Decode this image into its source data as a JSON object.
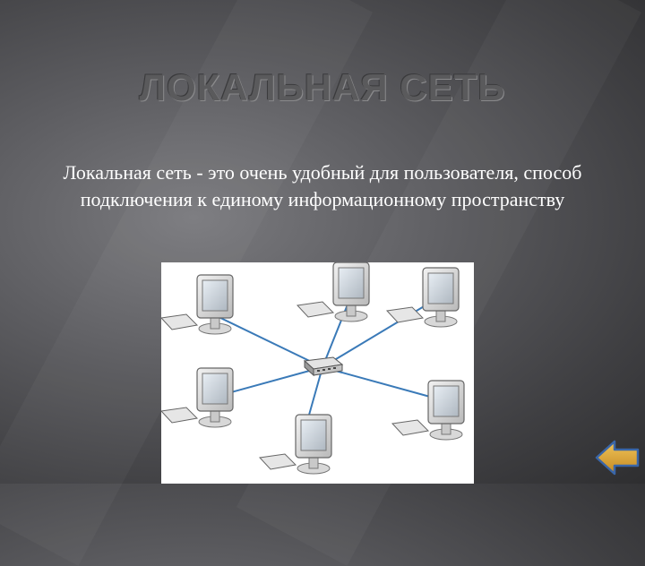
{
  "slide": {
    "title": "ЛОКАЛЬНАЯ СЕТЬ",
    "text": "Локальная сеть - это очень удобный для пользователя, способ подключения к единому информационному пространству"
  },
  "network_image": {
    "computer_count": 6,
    "center_device": "hub-icon",
    "link_color": "#3a7ab8"
  },
  "navigation": {
    "back_button_icon": "arrow-left-icon",
    "back_button_color": "#d9a73a"
  }
}
